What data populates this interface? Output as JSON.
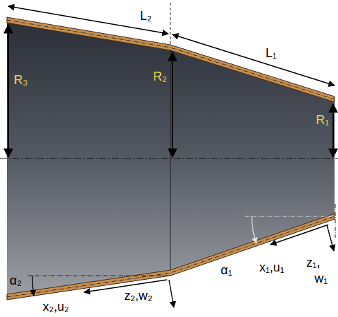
{
  "diagram": {
    "labels": [
      "L₂",
      "L₁",
      "R₃",
      "R₂",
      "R₁",
      "α₁",
      "x₁,u₁",
      "z₁,",
      "w₁",
      "α₂",
      "x₂,u₂",
      "z₂,w₂"
    ]
  }
}
